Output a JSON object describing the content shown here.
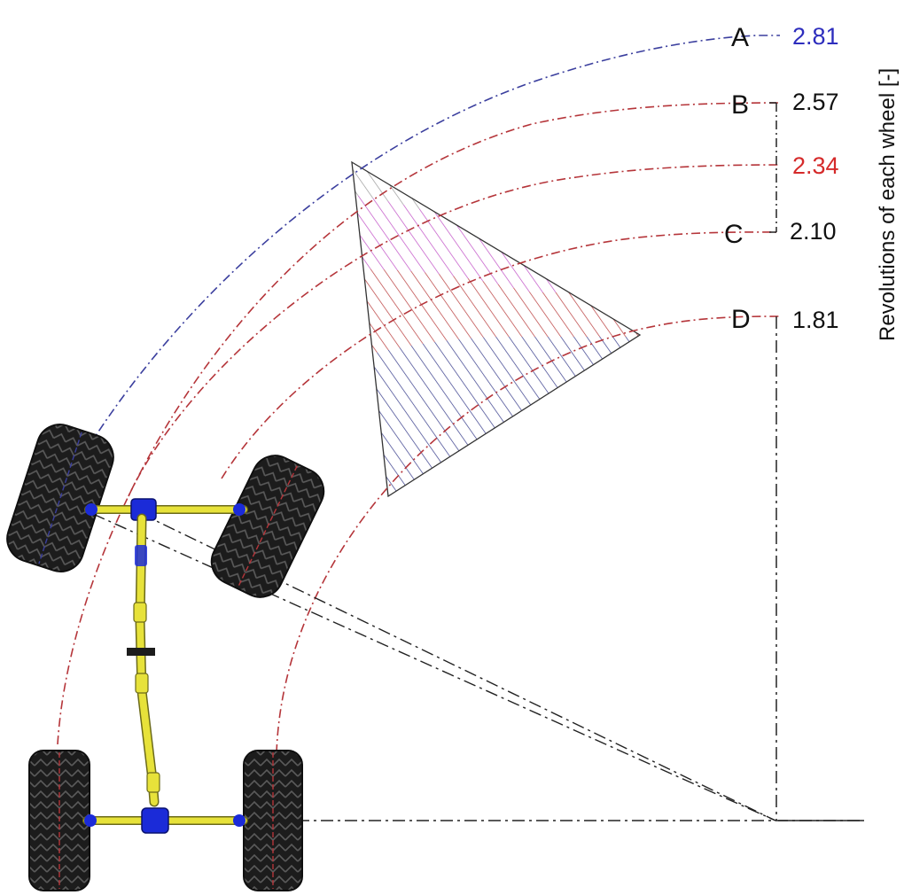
{
  "axis_title": "Revolutions of each wheel [-]",
  "colors": {
    "blue_path": "#3b3f9e",
    "red_path": "#b5353a",
    "guide": "#222222",
    "hatch_gray": "#9a9a9a",
    "hatch_magenta": "#c04ec6",
    "hatch_red": "#b83a3a",
    "hatch_blue": "#353a8a",
    "shaft_yellow": "#e7e23a",
    "joint_blue": "#1b2bd8",
    "tire": "#1c1c1c"
  },
  "paths": [
    {
      "letter": "A",
      "value": "2.81",
      "value_color": "#2d2dbd",
      "line": "blue"
    },
    {
      "letter": "B",
      "value": "2.57",
      "value_color": "#111111",
      "line": "red"
    },
    {
      "letter": "",
      "value": "2.34",
      "value_color": "#d52a2a",
      "line": "red"
    },
    {
      "letter": "C",
      "value": "2.10",
      "value_color": "#111111",
      "line": "red"
    },
    {
      "letter": "D",
      "value": "1.81",
      "value_color": "#111111",
      "line": "red"
    }
  ]
}
